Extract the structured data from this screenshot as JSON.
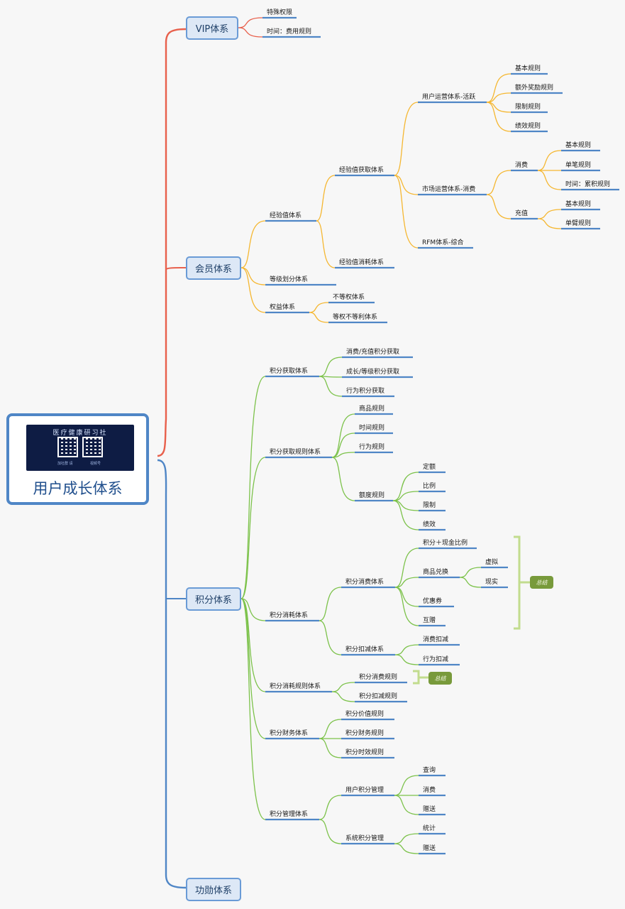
{
  "root": {
    "title": "用户成长体系",
    "banner_title": "医疗健康研习社",
    "banner_caption_left": "加社群  请",
    "banner_caption_right": "视频号"
  },
  "branches": {
    "vip": "VIP体系",
    "member": "会员体系",
    "points": "积分体系",
    "merit": "功勋体系"
  },
  "summary_label": "总结",
  "colors": {
    "vip": "#e8604c",
    "member": "#f5b731",
    "points": "#7cc24a",
    "branch": "#4f86c6",
    "underline": "#4f86c6",
    "bracket": "#c2dc8e"
  },
  "topics": [
    {
      "id": "v1",
      "text": "特殊权限",
      "parent": "vip",
      "b": "vip"
    },
    {
      "id": "v2",
      "text": "时间：费用规则",
      "parent": "vip",
      "b": "vip"
    },
    {
      "id": "m1",
      "text": "经验值体系",
      "parent": "member",
      "b": "member"
    },
    {
      "id": "m1a",
      "text": "经验值获取体系",
      "parent": "m1",
      "b": "member"
    },
    {
      "id": "m1a1",
      "text": "用户运营体系-活跃",
      "parent": "m1a",
      "b": "member"
    },
    {
      "id": "m1a1a",
      "text": "基本规则",
      "parent": "m1a1",
      "b": "member"
    },
    {
      "id": "m1a1b",
      "text": "额外奖励规则",
      "parent": "m1a1",
      "b": "member"
    },
    {
      "id": "m1a1c",
      "text": "限制规则",
      "parent": "m1a1",
      "b": "member"
    },
    {
      "id": "m1a1d",
      "text": "绩效规则",
      "parent": "m1a1",
      "b": "member"
    },
    {
      "id": "m1a2",
      "text": "市场运营体系-消费",
      "parent": "m1a",
      "b": "member"
    },
    {
      "id": "m1a2a",
      "text": "消费",
      "parent": "m1a2",
      "b": "member"
    },
    {
      "id": "m1a2a1",
      "text": "基本规则",
      "parent": "m1a2a",
      "b": "member"
    },
    {
      "id": "m1a2a2",
      "text": "单笔规则",
      "parent": "m1a2a",
      "b": "member"
    },
    {
      "id": "m1a2a3",
      "text": "时间：累积规则",
      "parent": "m1a2a",
      "b": "member"
    },
    {
      "id": "m1a2b",
      "text": "充值",
      "parent": "m1a2",
      "b": "member"
    },
    {
      "id": "m1a2b1",
      "text": "基本规则",
      "parent": "m1a2b",
      "b": "member"
    },
    {
      "id": "m1a2b2",
      "text": "单臂规则",
      "parent": "m1a2b",
      "b": "member"
    },
    {
      "id": "m1a3",
      "text": "RFM体系-综合",
      "parent": "m1a",
      "b": "member"
    },
    {
      "id": "m1b",
      "text": "经验值消耗体系",
      "parent": "m1",
      "b": "member"
    },
    {
      "id": "m2",
      "text": "等级划分体系",
      "parent": "member",
      "b": "member"
    },
    {
      "id": "m3",
      "text": "权益体系",
      "parent": "member",
      "b": "member"
    },
    {
      "id": "m3a",
      "text": "不等权体系",
      "parent": "m3",
      "b": "member"
    },
    {
      "id": "m3b",
      "text": "等权不等利体系",
      "parent": "m3",
      "b": "member"
    },
    {
      "id": "p1",
      "text": "积分获取体系",
      "parent": "points",
      "b": "points"
    },
    {
      "id": "p1a",
      "text": "消费/充值积分获取",
      "parent": "p1",
      "b": "points"
    },
    {
      "id": "p1b",
      "text": "成长/等级积分获取",
      "parent": "p1",
      "b": "points"
    },
    {
      "id": "p1c",
      "text": "行为积分获取",
      "parent": "p1",
      "b": "points"
    },
    {
      "id": "p2",
      "text": "积分获取规则体系",
      "parent": "points",
      "b": "points"
    },
    {
      "id": "p2a",
      "text": "商品规则",
      "parent": "p2",
      "b": "points"
    },
    {
      "id": "p2b",
      "text": "时间规则",
      "parent": "p2",
      "b": "points"
    },
    {
      "id": "p2c",
      "text": "行为规则",
      "parent": "p2",
      "b": "points"
    },
    {
      "id": "p2d",
      "text": "额度规则",
      "parent": "p2",
      "b": "points"
    },
    {
      "id": "p2d1",
      "text": "定额",
      "parent": "p2d",
      "b": "points"
    },
    {
      "id": "p2d2",
      "text": "比例",
      "parent": "p2d",
      "b": "points"
    },
    {
      "id": "p2d3",
      "text": "限制",
      "parent": "p2d",
      "b": "points"
    },
    {
      "id": "p2d4",
      "text": "绩效",
      "parent": "p2d",
      "b": "points"
    },
    {
      "id": "p3",
      "text": "积分消耗体系",
      "parent": "points",
      "b": "points"
    },
    {
      "id": "p3a",
      "text": "积分消费体系",
      "parent": "p3",
      "b": "points"
    },
    {
      "id": "p3a1",
      "text": "积分＋现金比例",
      "parent": "p3a",
      "b": "points"
    },
    {
      "id": "p3a2",
      "text": "商品兑换",
      "parent": "p3a",
      "b": "points"
    },
    {
      "id": "p3a2a",
      "text": "虚拟",
      "parent": "p3a2",
      "b": "points"
    },
    {
      "id": "p3a2b",
      "text": "现实",
      "parent": "p3a2",
      "b": "points"
    },
    {
      "id": "p3a3",
      "text": "优惠券",
      "parent": "p3a",
      "b": "points"
    },
    {
      "id": "p3a4",
      "text": "互赠",
      "parent": "p3a",
      "b": "points"
    },
    {
      "id": "p3b",
      "text": "积分扣减体系",
      "parent": "p3",
      "b": "points"
    },
    {
      "id": "p3b1",
      "text": "消费扣减",
      "parent": "p3b",
      "b": "points"
    },
    {
      "id": "p3b2",
      "text": "行为扣减",
      "parent": "p3b",
      "b": "points"
    },
    {
      "id": "p4",
      "text": "积分消耗规则体系",
      "parent": "points",
      "b": "points"
    },
    {
      "id": "p4a",
      "text": "积分消费规则",
      "parent": "p4",
      "b": "points"
    },
    {
      "id": "p4b",
      "text": "积分扣减规则",
      "parent": "p4",
      "b": "points"
    },
    {
      "id": "p5",
      "text": "积分财务体系",
      "parent": "points",
      "b": "points"
    },
    {
      "id": "p5a",
      "text": "积分价值规则",
      "parent": "p5",
      "b": "points"
    },
    {
      "id": "p5b",
      "text": "积分财务规则",
      "parent": "p5",
      "b": "points"
    },
    {
      "id": "p5c",
      "text": "积分时效规则",
      "parent": "p5",
      "b": "points"
    },
    {
      "id": "p6",
      "text": "积分管理体系",
      "parent": "points",
      "b": "points"
    },
    {
      "id": "p6a",
      "text": "用户积分管理",
      "parent": "p6",
      "b": "points"
    },
    {
      "id": "p6a1",
      "text": "查询",
      "parent": "p6a",
      "b": "points"
    },
    {
      "id": "p6a2",
      "text": "消费",
      "parent": "p6a",
      "b": "points"
    },
    {
      "id": "p6a3",
      "text": "赠送",
      "parent": "p6a",
      "b": "points"
    },
    {
      "id": "p6b",
      "text": "系统积分管理",
      "parent": "p6",
      "b": "points"
    },
    {
      "id": "p6b1",
      "text": "统计",
      "parent": "p6b",
      "b": "points"
    },
    {
      "id": "p6b2",
      "text": "赠送",
      "parent": "p6b",
      "b": "points"
    }
  ]
}
